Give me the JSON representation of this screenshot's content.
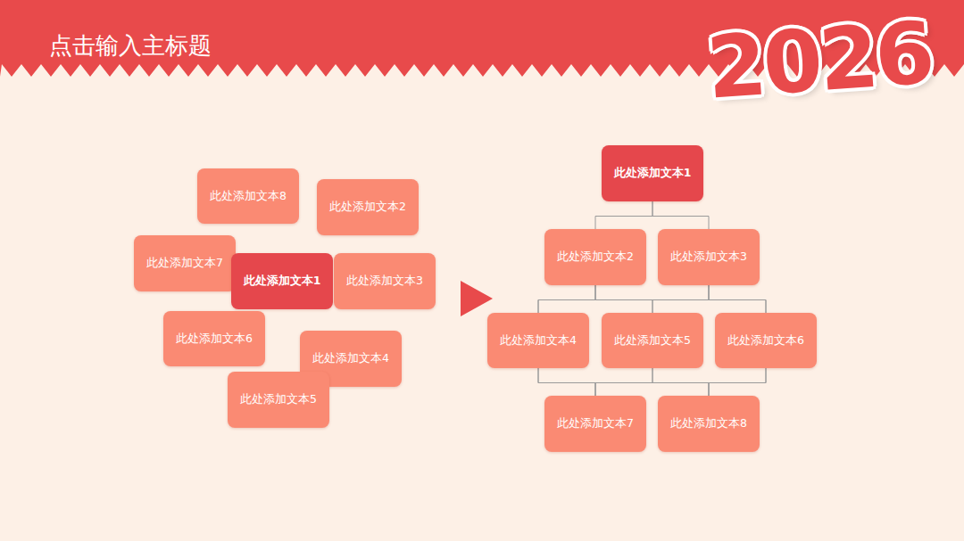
{
  "diagram": {
    "title": "点击输入主标题",
    "nodes": [
      {
        "text": [
          "此处添加文本8"
        ]
      },
      {
        "text": [
          "此处添加文本2"
        ]
      },
      {
        "text": [
          "此处添加文本7"
        ]
      },
      {
        "text": [
          "此处添加文本1"
        ]
      },
      {
        "text": [
          "此处添加文本3"
        ]
      },
      {
        "text": [
          "此处添加文本6"
        ]
      },
      {
        "text": [
          "此处添加文本4"
        ]
      },
      {
        "text": [
          "此处添加文本5"
        ]
      },
      {
        "text": [
          "此处添加文本1"
        ]
      },
      {
        "text": [
          "此处添加文本2"
        ]
      },
      {
        "text": [
          "此处添加文本3"
        ]
      },
      {
        "text": [
          "此处添加文本4"
        ]
      },
      {
        "text": [
          "此处添加文本5"
        ]
      },
      {
        "text": [
          "此处添加文本6"
        ]
      },
      {
        "text": [
          "此处添加文本7"
        ]
      },
      {
        "text": [
          "此处添加文本8"
        ]
      }
    ],
    "edges": [
      {
        "from": 8,
        "to": 9,
        "arrow": "none"
      },
      {
        "from": 8,
        "to": 10,
        "arrow": "none"
      },
      {
        "from": 9,
        "to": 11,
        "arrow": "none"
      },
      {
        "from": 9,
        "to": 12,
        "arrow": "none"
      },
      {
        "from": 9,
        "to": 13,
        "arrow": "none"
      },
      {
        "from": 10,
        "to": 11,
        "arrow": "none"
      },
      {
        "from": 10,
        "to": 12,
        "arrow": "none"
      },
      {
        "from": 10,
        "to": 13,
        "arrow": "none"
      },
      {
        "from": 11,
        "to": 14,
        "arrow": "none"
      },
      {
        "from": 11,
        "to": 15,
        "arrow": "none"
      },
      {
        "from": 12,
        "to": 14,
        "arrow": "none"
      },
      {
        "from": 12,
        "to": 15,
        "arrow": "none"
      },
      {
        "from": 13,
        "to": 14,
        "arrow": "none"
      },
      {
        "from": 13,
        "to": 15,
        "arrow": "none"
      }
    ],
    "labels": [
      "2026"
    ]
  }
}
